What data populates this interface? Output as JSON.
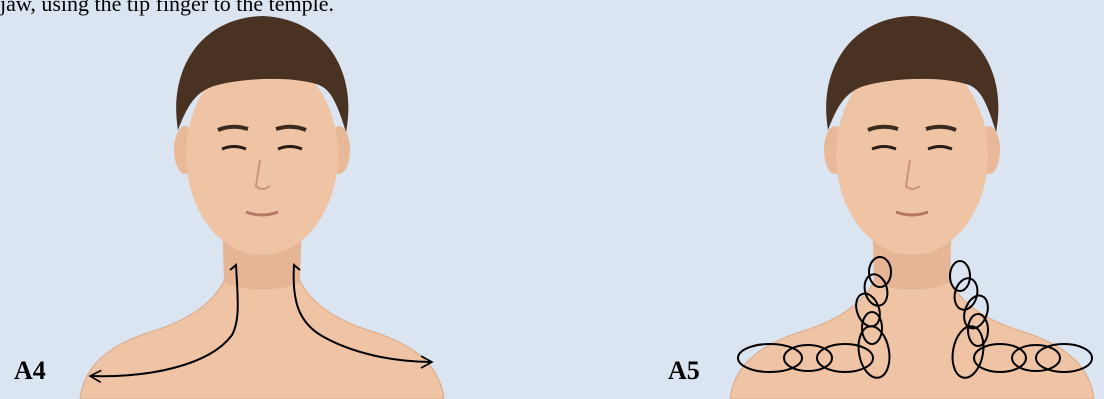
{
  "caption_fragment": "jaw, using the tip finger to the temple.",
  "panels": [
    {
      "label": "A4"
    },
    {
      "label": "A5"
    }
  ],
  "colors": {
    "background": "#dbe5f1",
    "skin": "#efc4a4",
    "skin_shadow": "#d9a887",
    "hair": "#4a3222",
    "stroke": "#000000"
  }
}
